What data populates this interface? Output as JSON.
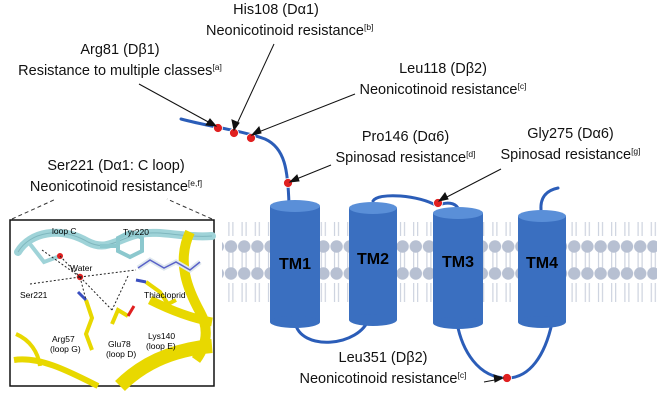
{
  "annotations": [
    {
      "id": "his108",
      "residue": "His108 (Dα1)",
      "effect": "Neonicotinoid resistance",
      "ref": "[b]"
    },
    {
      "id": "arg81",
      "residue": "Arg81 (Dβ1)",
      "effect": "Resistance to multiple classes",
      "ref": "[a]"
    },
    {
      "id": "leu118",
      "residue": "Leu118 (Dβ2)",
      "effect": "Neonicotinoid resistance",
      "ref": "[c]"
    },
    {
      "id": "pro146",
      "residue": "Pro146 (Dα6)",
      "effect": "Spinosad resistance",
      "ref": "[d]"
    },
    {
      "id": "gly275",
      "residue": "Gly275 (Dα6)",
      "effect": "Spinosad resistance",
      "ref": "[g]"
    },
    {
      "id": "ser221",
      "residue": "Ser221 (Dα1: C loop)",
      "effect": "Neonicotinoid resistance",
      "ref": "[e,f]"
    },
    {
      "id": "leu351",
      "residue": "Leu351 (Dβ2)",
      "effect": "Neonicotinoid resistance",
      "ref": "[c]"
    }
  ],
  "helices": [
    "TM1",
    "TM2",
    "TM3",
    "TM4"
  ],
  "inset_labels": {
    "loop_c": "loop C",
    "tyr220": "Tyr220",
    "water": "Water",
    "ser221": "Ser221",
    "thiacloprid": "Thiacloprid",
    "arg57": "Arg57",
    "arg57_loop": "(loop G)",
    "glu78": "Glu78",
    "glu78_loop": "(loop D)",
    "lys140": "Lys140",
    "lys140_loop": "(loop E)"
  },
  "colors": {
    "helix": "#3a6fc0",
    "helix_top": "#5a8fd8",
    "chain": "#2b5db8",
    "mutation": "#e02020",
    "lipid_head": "#b7c0d2",
    "ligand_yellow": "#e8d800",
    "ligand_cyan": "#9fd3d8"
  }
}
